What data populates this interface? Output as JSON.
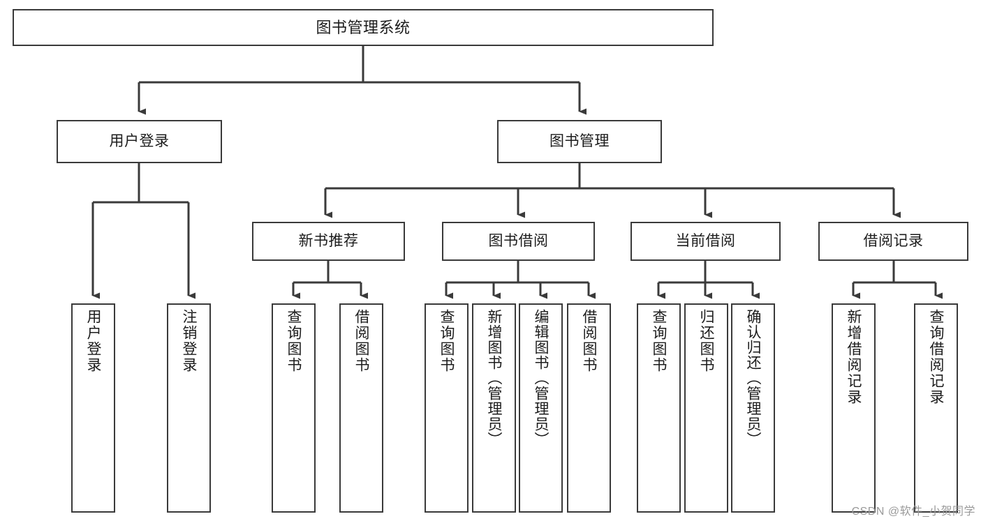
{
  "diagram": {
    "title": "图书管理系统",
    "type": "tree-hierarchy-chart",
    "root": {
      "label": "图书管理系统"
    },
    "level1": [
      {
        "label": "用户登录"
      },
      {
        "label": "图书管理"
      }
    ],
    "level2": [
      {
        "label": "新书推荐"
      },
      {
        "label": "图书借阅"
      },
      {
        "label": "当前借阅"
      },
      {
        "label": "借阅记录"
      }
    ],
    "leaves": {
      "user_login": [
        {
          "label": "用户登录"
        },
        {
          "label": "注销登录"
        }
      ],
      "new_book_recommend": [
        {
          "label": "查询图书"
        },
        {
          "label": "借阅图书"
        }
      ],
      "book_borrow": [
        {
          "label": "查询图书"
        },
        {
          "label": "新增图书（管理员）"
        },
        {
          "label": "编辑图书（管理员）"
        },
        {
          "label": "借阅图书"
        }
      ],
      "current_borrow": [
        {
          "label": "查询图书"
        },
        {
          "label": "归还图书"
        },
        {
          "label": "确认归还（管理员）"
        }
      ],
      "borrow_record": [
        {
          "label": "新增借阅记录"
        },
        {
          "label": "查询借阅记录"
        }
      ]
    }
  },
  "watermark": {
    "text": "CSDN @软件_小贺同学"
  },
  "colors": {
    "stroke": "#3a3a3a",
    "background": "#ffffff",
    "text": "#1c1c1c",
    "watermark": "#9a9a9a"
  }
}
